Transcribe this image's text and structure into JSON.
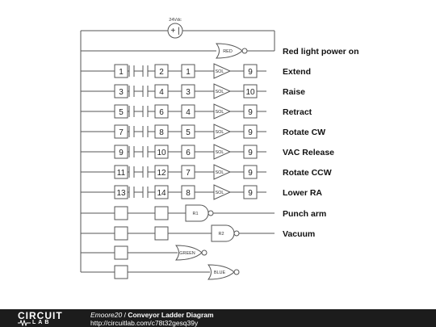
{
  "supply": {
    "label": "24Vdc",
    "symbol": "+ |"
  },
  "rungs": [
    {
      "contacts": [],
      "output": {
        "type": "nor",
        "tag": "RED"
      },
      "label": "Red light power on"
    },
    {
      "contacts": [
        "1",
        "2",
        "1"
      ],
      "output": {
        "type": "sol",
        "tag": "SOL",
        "coil": "9"
      },
      "label": "Extend"
    },
    {
      "contacts": [
        "3",
        "4",
        "3"
      ],
      "output": {
        "type": "sol",
        "tag": "SOL",
        "coil": "10"
      },
      "label": "Raise"
    },
    {
      "contacts": [
        "5",
        "6",
        "4"
      ],
      "output": {
        "type": "sol",
        "tag": "SOL",
        "coil": "9"
      },
      "label": "Retract"
    },
    {
      "contacts": [
        "7",
        "8",
        "5"
      ],
      "output": {
        "type": "sol",
        "tag": "SOL",
        "coil": "9"
      },
      "label": "Rotate CW"
    },
    {
      "contacts": [
        "9",
        "10",
        "6"
      ],
      "output": {
        "type": "sol",
        "tag": "SOL",
        "coil": "9"
      },
      "label": "VAC Release"
    },
    {
      "contacts": [
        "11",
        "12",
        "7"
      ],
      "output": {
        "type": "sol",
        "tag": "SOL",
        "coil": "9"
      },
      "label": "Rotate CCW"
    },
    {
      "contacts": [
        "13",
        "14",
        "8"
      ],
      "output": {
        "type": "sol",
        "tag": "SOL",
        "coil": "9"
      },
      "label": "Lower RA"
    },
    {
      "contacts": [
        "",
        ""
      ],
      "output": {
        "type": "nand",
        "tag": "R1"
      },
      "label": "Punch arm"
    },
    {
      "contacts": [
        "",
        ""
      ],
      "output": {
        "type": "nand",
        "tag": "R2"
      },
      "label": "Vacuum"
    },
    {
      "contacts": [
        ""
      ],
      "output": {
        "type": "nor",
        "tag": "GREEN"
      },
      "label": ""
    },
    {
      "contacts": [
        ""
      ],
      "output": {
        "type": "nor",
        "tag": "BLUE"
      },
      "label": ""
    }
  ],
  "footer": {
    "logo_top": "CIRCUIT",
    "logo_bottom": "LAB",
    "author": "Emoore20",
    "separator": " / ",
    "title": "Conveyor Ladder Diagram",
    "url": "http://circuitlab.com/c78t32gesq39y"
  }
}
